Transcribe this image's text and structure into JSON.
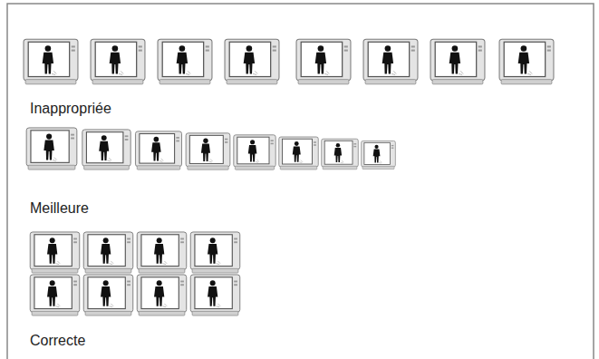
{
  "diagram": {
    "labels": [
      "Inappropriée",
      "Meilleure",
      "Correcte"
    ]
  }
}
